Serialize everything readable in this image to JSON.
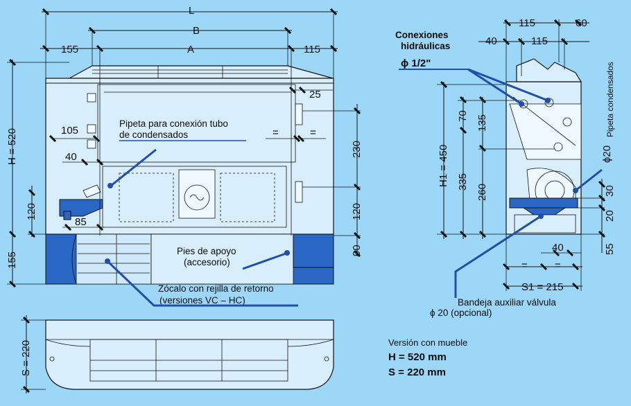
{
  "colors": {
    "background": "#9cd7f8",
    "body": "#d8eefb",
    "accent": "#2a66c4",
    "leader": "#1f4fa8"
  },
  "dims": {
    "L": "L",
    "B": "B",
    "A": "A",
    "left155": "155",
    "right115": "115",
    "d25": "25",
    "d105": "105",
    "d40": "40",
    "d85": "85",
    "d120": "120",
    "d155": "155",
    "h520": "H = 520",
    "d230": "230",
    "d120r": "120",
    "d90": "90",
    "eq": "=",
    "s220": "S = 220",
    "side_115a": "115",
    "side_60": "60",
    "side_40": "40",
    "side_115b": "115",
    "side_70": "70",
    "side_135": "135",
    "side_h1": "H1 = 450",
    "side_335": "335",
    "side_260": "260",
    "side_30": "30",
    "side_20": "20",
    "side_55": "55",
    "side_40b": "40",
    "side_phi20": "ϕ20",
    "s1": "S1 = 215"
  },
  "labels": {
    "pipeta_conexion_1": "Pipeta para conexión tubo",
    "pipeta_conexion_2": "de condensados",
    "pies_1": "Pies de apoyo",
    "pies_2": "(accesorio)",
    "zocalo_1": "Zócalo con rejilla de retorno",
    "zocalo_2": "(versiones VC – HC)",
    "conexiones_1": "Conexiones",
    "conexiones_2": "hidráulicas",
    "phi_half": "ϕ  1/2\"",
    "pipeta_condensados": "Pipeta condensados",
    "bandeja_1": "Bandeja auxiliar válvula",
    "bandeja_2": "ϕ 20 (opcional)"
  },
  "version": {
    "title": "Versión con mueble",
    "h": "H = 520 mm",
    "s": "S = 220 mm"
  }
}
